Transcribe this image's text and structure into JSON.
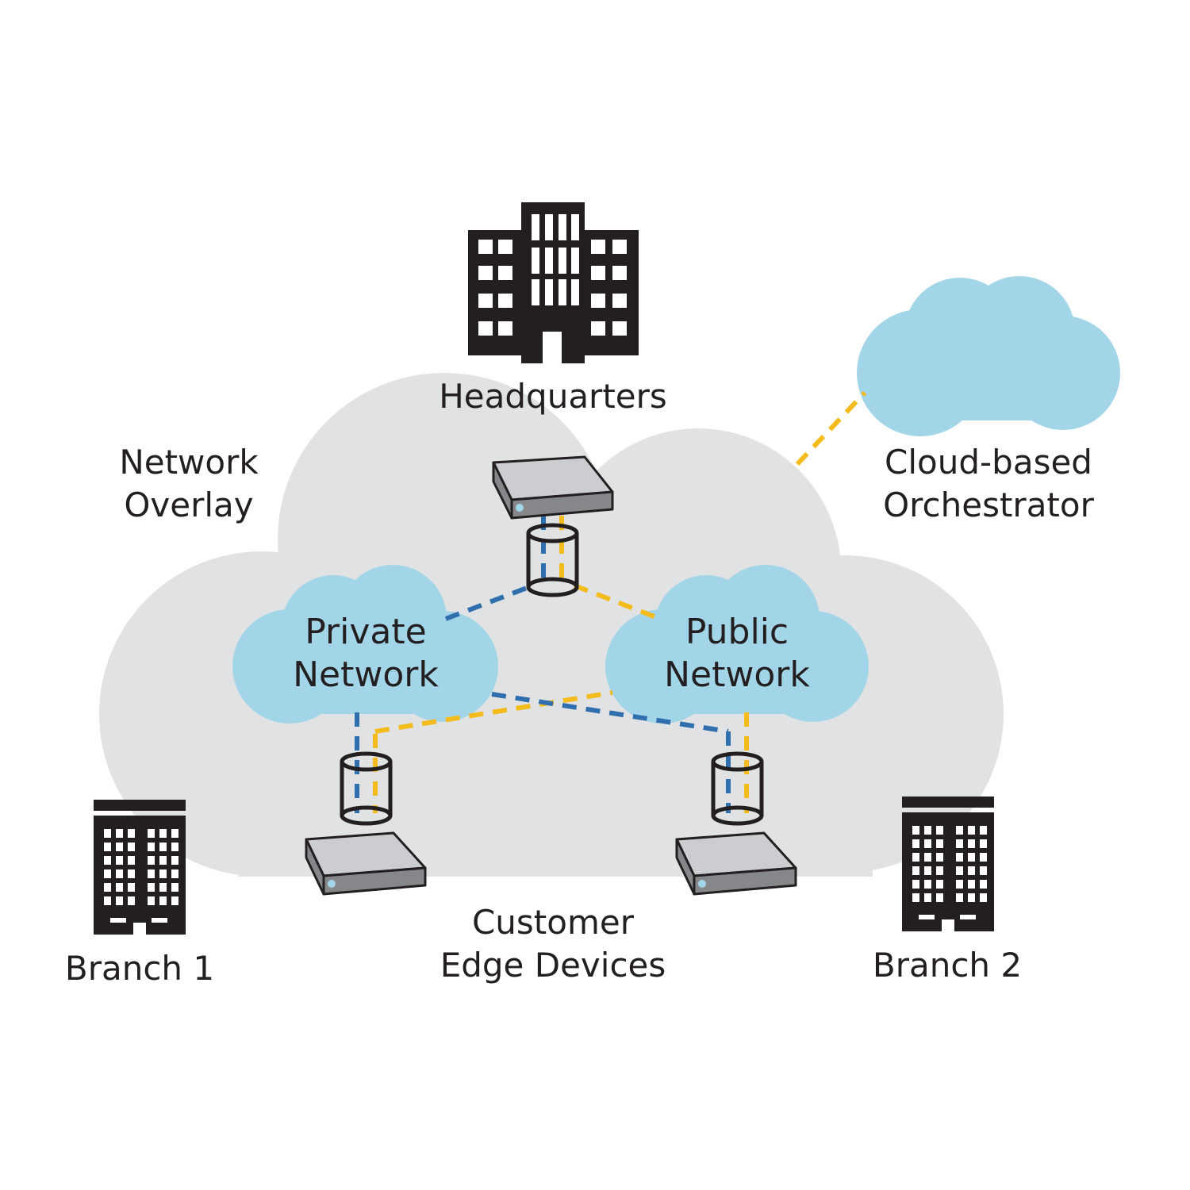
{
  "colors": {
    "overlay_cloud": "#e1e2e3",
    "network_cloud": "#a2d5e8",
    "private_link": "#2f6fae",
    "public_link": "#f3bc1c",
    "building": "#231f20",
    "device_top": "#cccdd0",
    "device_front": "#86878b",
    "device_led": "#a2d5e8"
  },
  "labels": {
    "headquarters": "Headquarters",
    "overlay": [
      "Network",
      "Overlay"
    ],
    "orchestrator": [
      "Cloud-based",
      "Orchestrator"
    ],
    "private": [
      "Private",
      "Network"
    ],
    "public": [
      "Public",
      "Network"
    ],
    "edge": [
      "Customer",
      "Edge Devices"
    ],
    "branch1": "Branch 1",
    "branch2": "Branch 2"
  },
  "icons": {
    "building": "office-building-icon",
    "device": "edge-router-icon",
    "tunnel": "tunnel-cylinder-icon",
    "cloud": "cloud-icon"
  }
}
